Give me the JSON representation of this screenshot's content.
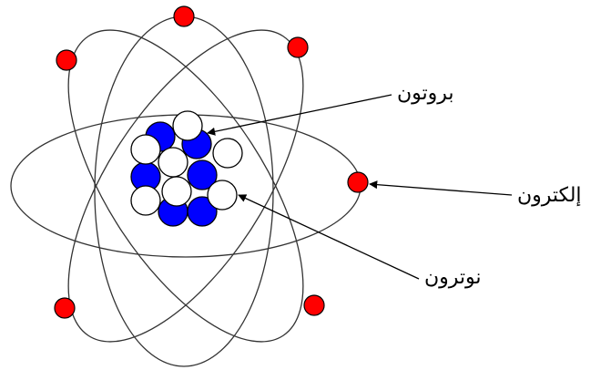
{
  "diagram": {
    "labels": {
      "proton": "بروتون",
      "electron": "إلكترون",
      "neutron": "نوترون"
    },
    "colors": {
      "electron": "#ff0000",
      "proton": "#0000ff",
      "neutron": "#ffffff",
      "orbit": "#333333",
      "outline": "#000000"
    }
  }
}
